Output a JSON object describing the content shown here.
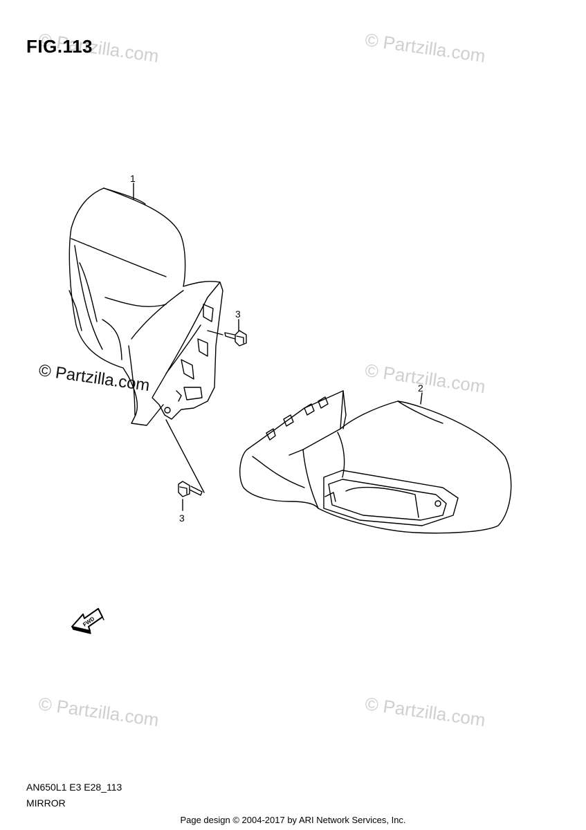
{
  "figure": {
    "title": "FIG.113"
  },
  "watermarks": {
    "text": "© Partzilla.com",
    "prominent_text": "© Partzilla.com"
  },
  "callouts": [
    {
      "id": "1"
    },
    {
      "id": "2"
    },
    {
      "id": "3"
    },
    {
      "id": "3"
    }
  ],
  "fwd_symbol": {
    "label": "FWD",
    "icon": "forward-arrow-icon"
  },
  "footer": {
    "code": "AN650L1 E3 E28_113",
    "name": "MIRROR",
    "credit": "Page design © 2004-2017 by ARI Network Services, Inc."
  }
}
